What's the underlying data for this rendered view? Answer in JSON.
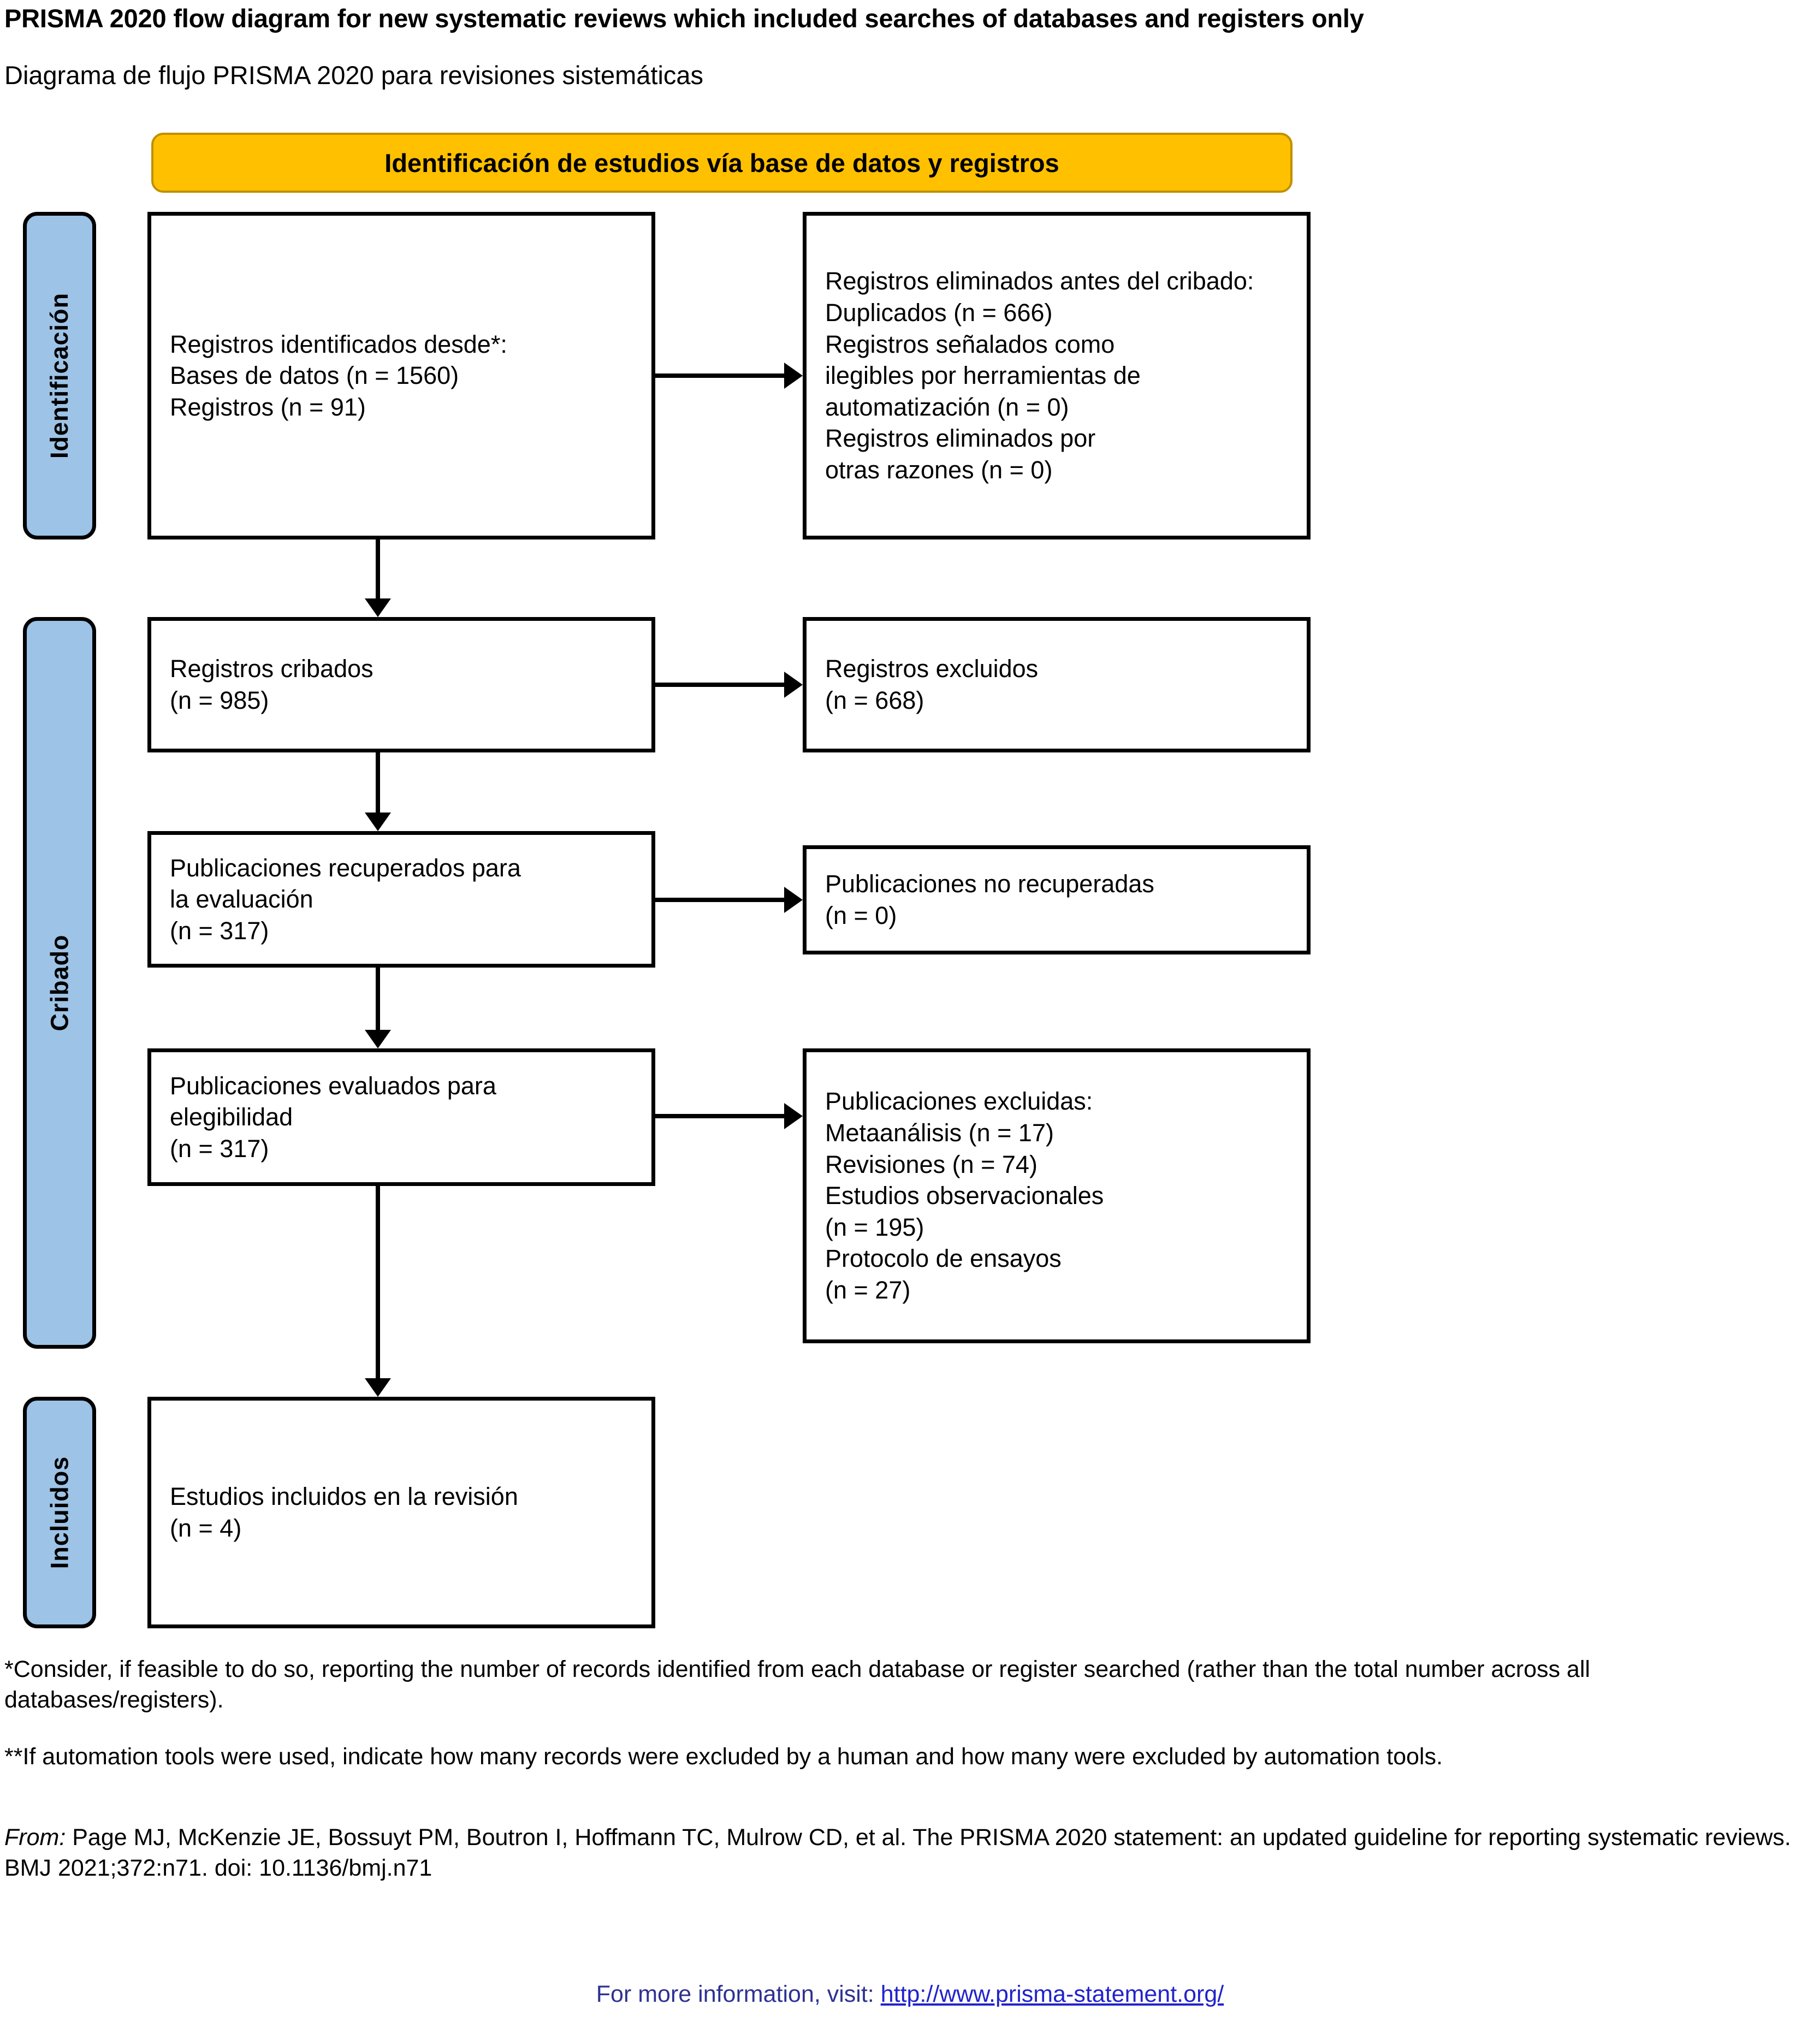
{
  "titles": {
    "english": "PRISMA 2020 flow diagram for new systematic reviews which included searches of databases and registers only",
    "spanish": "Diagrama de flujo PRISMA 2020 para revisiones sistemáticas"
  },
  "banner": {
    "label": "Identificación de estudios vía base de datos y registros"
  },
  "phases": [
    {
      "key": "identificacion",
      "label": "Identificación"
    },
    {
      "key": "cribado",
      "label": "Cribado"
    },
    {
      "key": "incluidos",
      "label": "Incluidos"
    }
  ],
  "boxes": {
    "identified": "Registros identificados desde*:\n    Bases de datos (n = 1560)\n    Registros (n = 91)",
    "removed": "Registros eliminados antes del cribado:\n    Duplicados (n = 666)\n    Registros señalados como\n    ilegibles por herramientas de\n    automatización (n = 0)\n    Registros eliminados por\n    otras razones (n = 0)",
    "screened": "Registros cribados\n(n = 985)",
    "excluded": "Registros excluidos\n(n = 668)",
    "retrieved": "Publicaciones recuperados para\nla evaluación\n(n = 317)",
    "not_retrieved": "Publicaciones no recuperadas\n(n = 0)",
    "assessed": "Publicaciones evaluados para\nelegibilidad\n(n = 317)",
    "excluded_reasons": "Publicaciones excluidas:\n    Metaanálisis (n = 17)\n    Revisiones  (n = 74)\n    Estudios observacionales\n    (n = 195)\n    Protocolo de ensayos\n    (n = 27)",
    "included": "Estudios incluidos en la revisión\n(n = 4)"
  },
  "counts": {
    "databases": 1560,
    "registers": 91,
    "duplicates": 666,
    "ineligible_automation": 0,
    "removed_other": 0,
    "screened": 985,
    "records_excluded": 668,
    "retrieved": 317,
    "not_retrieved": 0,
    "assessed": 317,
    "metaanalisis": 17,
    "revisiones": 74,
    "observacionales": 195,
    "protocolo_ensayos": 27,
    "included": 4
  },
  "footnotes": {
    "one": "*Consider, if feasible to do so, reporting the number of records identified from each database or register searched (rather than the total number across all databases/registers).",
    "two": "**If automation tools were used, indicate how many records were excluded by a human and how many were excluded by automation tools.",
    "from_label": "From:",
    "from_text": "  Page MJ, McKenzie JE, Bossuyt PM, Boutron I, Hoffmann TC, Mulrow CD, et al. The PRISMA 2020 statement: an updated guideline for reporting systematic reviews. BMJ 2021;372:n71. doi: 10.1136/bmj.n71"
  },
  "more_info": {
    "prefix": "For more information, visit: ",
    "link": "http://www.prisma-statement.org/"
  },
  "colors": {
    "banner_fill": "#FFC000",
    "banner_border": "#BF9000",
    "phase_fill": "#9DC3E6",
    "box_border": "#000000",
    "link": "#2222CC"
  }
}
